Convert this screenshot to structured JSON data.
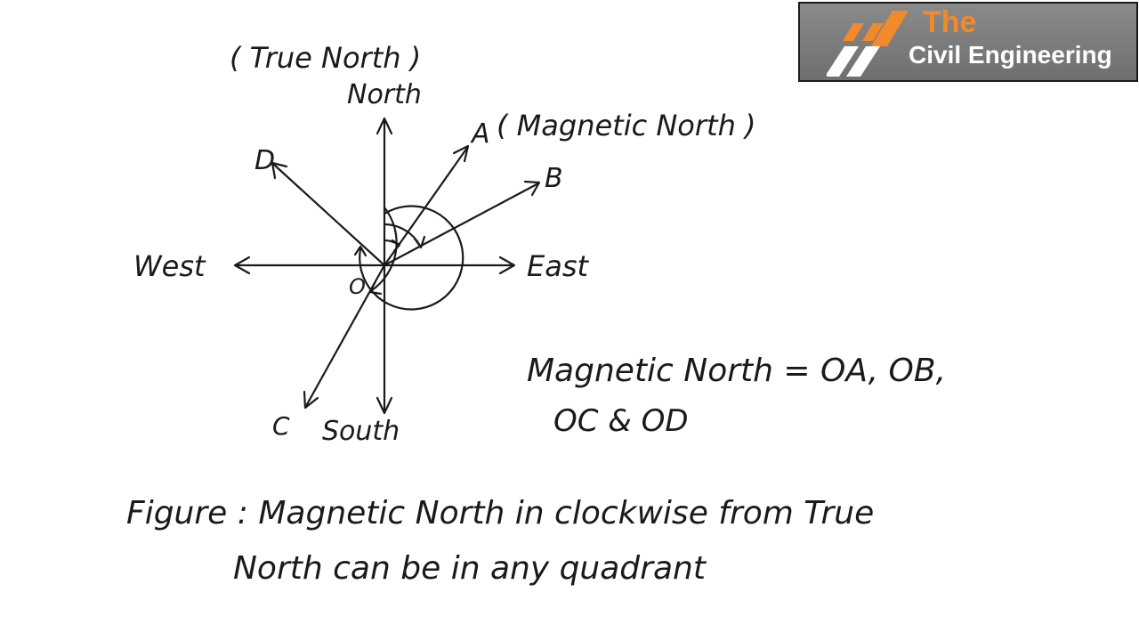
{
  "logo": {
    "word_the": "The",
    "word_name": "Civil Engineering",
    "colors": {
      "accent": "#f28a2b",
      "background": "#7c7c7c",
      "text": "#ffffff"
    }
  },
  "diagram": {
    "labels": {
      "true_north": "( True North )",
      "north": "North",
      "south": "South",
      "east": "East",
      "west": "West",
      "point_a": "A",
      "magnetic_north_tag": "( Magnetic North )",
      "point_b": "B",
      "point_c": "C",
      "point_d": "D",
      "origin": "O"
    }
  },
  "notes": {
    "equation_line1": "Magnetic North = OA, OB,",
    "equation_line2": "OC & OD",
    "caption_line1": "Figure : Magnetic North in clockwise from True",
    "caption_line2": "North can be in any quadrant"
  }
}
